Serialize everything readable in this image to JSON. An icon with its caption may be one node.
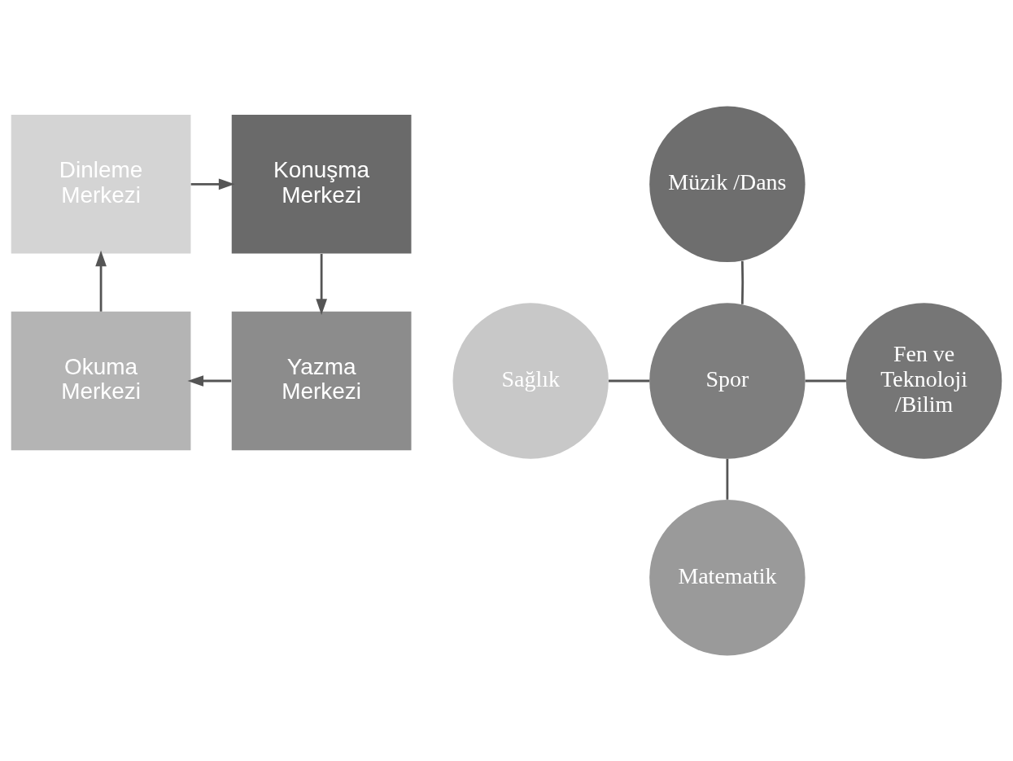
{
  "diagram": {
    "nodes": [
      {
        "text": [
          "Dinleme Merkezi"
        ]
      },
      {
        "text": [
          "Konuşma Merkezi"
        ]
      },
      {
        "text": [
          "Okuma Merkezi"
        ]
      },
      {
        "text": [
          "Yazma Merkezi"
        ]
      },
      {
        "text": [
          "Müzik /Dans"
        ]
      },
      {
        "text": [
          "Sağlık"
        ]
      },
      {
        "text": [
          "Spor"
        ]
      },
      {
        "text": [
          "Fen ve Teknoloji /Bilim"
        ]
      },
      {
        "text": [
          "Matematik"
        ]
      }
    ],
    "edges": [
      {
        "from": 0,
        "to": 1,
        "arrow": "to"
      },
      {
        "from": 1,
        "to": 3,
        "arrow": "to"
      },
      {
        "from": 3,
        "to": 2,
        "arrow": "to"
      },
      {
        "from": 2,
        "to": 0,
        "arrow": "to"
      },
      {
        "from": 6,
        "to": 4,
        "arrow": "none"
      },
      {
        "from": 5,
        "to": 6,
        "arrow": "none"
      },
      {
        "from": 6,
        "to": 7,
        "arrow": "none"
      },
      {
        "from": 6,
        "to": 8,
        "arrow": "none"
      }
    ]
  }
}
